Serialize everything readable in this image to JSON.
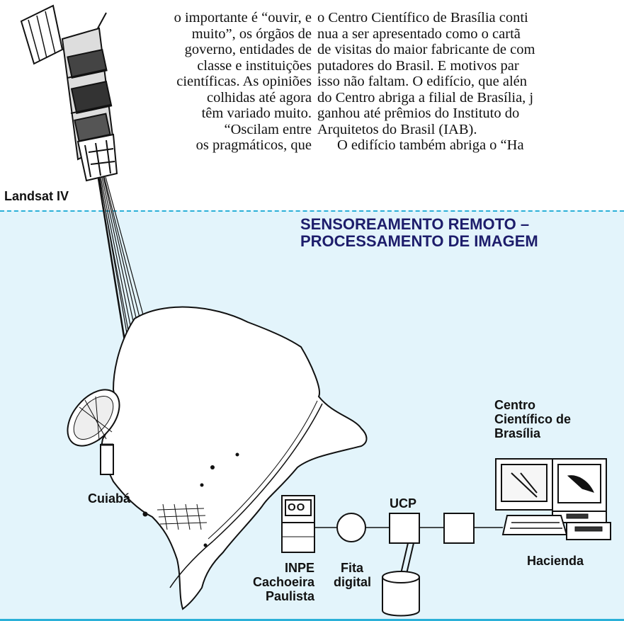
{
  "article": {
    "left_column": [
      "o importante é “ouvir, e",
      "muito”, os órgãos de",
      "governo, entidades de",
      "classe e instituições",
      "científicas. As opiniões",
      "colhidas até agora",
      "têm variado muito.",
      "“Oscilam entre",
      "os pragmáticos, que"
    ],
    "right_column": [
      "o Centro Científico de Brasília conti",
      "nua a ser apresentado como o cartã",
      "de visitas do maior fabricante de com",
      "putadores do Brasil. E motivos par",
      "isso não faltam. O edifício, que alén",
      "do Centro abriga a filial de Brasília, j",
      "ganhou até prêmios do Instituto do",
      "Arquitetos do Brasil (IAB).",
      "O edifício também abriga o “Ha"
    ]
  },
  "diagram": {
    "title_lines": [
      "SENSOREAMENTO REMOTO –",
      "PROCESSAMENTO DE IMAGEM"
    ],
    "satellite_label": "Landsat IV",
    "city_label": "Cuiabá",
    "inpe_label": [
      "INPE",
      "Cachoeira",
      "Paulista"
    ],
    "tape_label": [
      "Fita",
      "digital"
    ],
    "ucp_label": "UCP",
    "center_label": [
      "Centro",
      "Científico de",
      "Brasília"
    ],
    "hacienda_label": "Hacienda",
    "inpe_panel_text": "OO",
    "colors": {
      "panel_bg": "#e3f4fb",
      "panel_border": "#2ab0d8",
      "title": "#1d1d6b"
    }
  }
}
